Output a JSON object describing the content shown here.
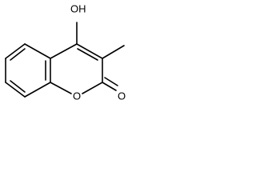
{
  "molecule": {
    "atoms": [
      {
        "id": "hydroxyl",
        "label": "OH"
      },
      {
        "id": "ring-oxygen",
        "label": "O"
      },
      {
        "id": "carbonyl-oxygen",
        "label": "O"
      }
    ]
  },
  "colors": {
    "bond": "#000000",
    "label": "#000000",
    "background": "#ffffff"
  }
}
